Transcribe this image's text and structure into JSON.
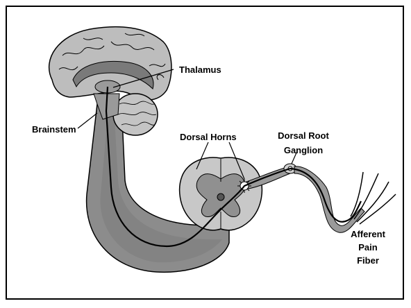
{
  "labels": {
    "thalamus": "Thalamus",
    "brainstem": "Brainstem",
    "dorsal_horns": "Dorsal Horns",
    "dorsal_root_ganglion_line1": "Dorsal Root",
    "dorsal_root_ganglion_line2": "Ganglion",
    "afferent_line1": "Afferent",
    "afferent_line2": "Pain",
    "afferent_line3": "Fiber"
  },
  "colors": {
    "pathway_fill": "#8c8c8c",
    "brain_fill": "#bdbdbd",
    "brain_dark": "#7a7a7a",
    "cord_gray_matter": "#909090",
    "cord_white_matter": "#c8c8c8",
    "stroke": "#000000"
  }
}
